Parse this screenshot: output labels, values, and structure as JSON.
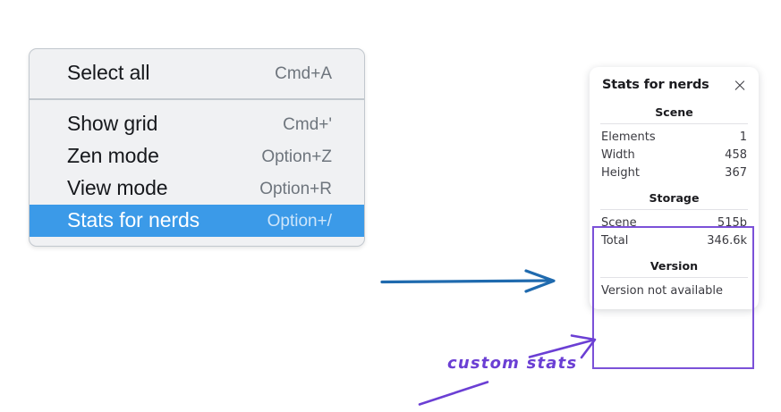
{
  "context_menu": {
    "name": "context-menu",
    "sections": [
      {
        "items": [
          {
            "label": "Select all",
            "shortcut": "Cmd+A",
            "selected": false
          }
        ]
      },
      {
        "items": [
          {
            "label": "Show grid",
            "shortcut": "Cmd+'",
            "selected": false
          },
          {
            "label": "Zen mode",
            "shortcut": "Option+Z",
            "selected": false
          },
          {
            "label": "View mode",
            "shortcut": "Option+R",
            "selected": false
          },
          {
            "label": "Stats for nerds",
            "shortcut": "Option+/",
            "selected": true
          }
        ]
      }
    ]
  },
  "stats_panel": {
    "title": "Stats for nerds",
    "close_icon": "close-icon",
    "groups": [
      {
        "title": "Scene",
        "rows": [
          {
            "key": "Elements",
            "value": "1"
          },
          {
            "key": "Width",
            "value": "458"
          },
          {
            "key": "Height",
            "value": "367"
          }
        ],
        "note": null
      },
      {
        "title": "Storage",
        "rows": [
          {
            "key": "Scene",
            "value": "515b"
          },
          {
            "key": "Total",
            "value": "346.6k"
          }
        ],
        "note": null
      },
      {
        "title": "Version",
        "rows": [],
        "note": "Version not available"
      }
    ]
  },
  "annotations": {
    "custom_stats_label": "custom stats",
    "blue_arrow_name": "blue-pointer-arrow",
    "purple_arrow_name": "purple-pointer-arrow",
    "purple_underline_name": "purple-underline-stroke"
  },
  "colors": {
    "menu_background": "#f0f1f3",
    "menu_border": "#c2c8ce",
    "menu_selected": "#3b9ae8",
    "menu_label": "#16181c",
    "menu_shortcut": "#6e757d",
    "panel_background": "#ffffff",
    "panel_text": "#3a3a40",
    "highlight_purple": "#7b51d8",
    "annotation_purple": "#6b3fd4",
    "annotation_blue": "#1f6aae"
  }
}
